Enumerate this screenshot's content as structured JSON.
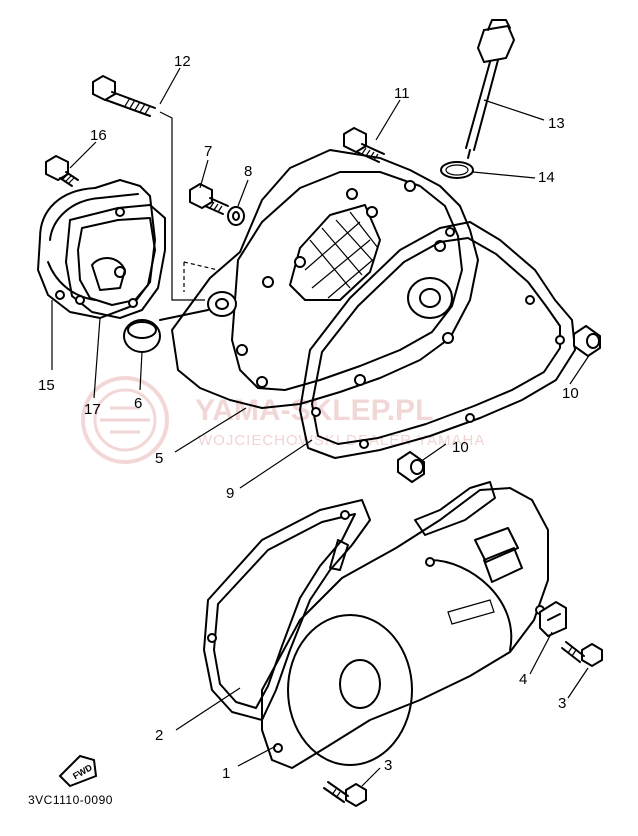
{
  "callouts": [
    "1",
    "2",
    "3",
    "3",
    "4",
    "5",
    "6",
    "7",
    "8",
    "9",
    "10",
    "10",
    "11",
    "12",
    "13",
    "14",
    "15",
    "16",
    "17"
  ],
  "diagram_code": "3VC1110-0090",
  "fwd_label": "FWD",
  "watermark": {
    "main": "YAMA-SKLEP.PL",
    "sub": "WOJCIECHOWSKI DEALER YAMAHA",
    "color": "#e8b8b8"
  }
}
